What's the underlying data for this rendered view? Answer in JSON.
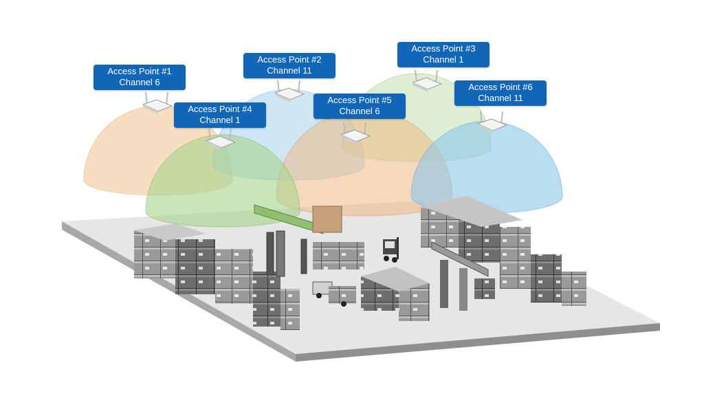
{
  "diagram": {
    "access_points": [
      {
        "name": "Access Point #1",
        "channel": "Channel 6",
        "color": "#f2c89a"
      },
      {
        "name": "Access Point #2",
        "channel": "Channel 11",
        "color": "#9fd0ec"
      },
      {
        "name": "Access Point #3",
        "channel": "Channel 1",
        "color": "#bfe0a8"
      },
      {
        "name": "Access Point #4",
        "channel": "Channel 1",
        "color": "#a9d38e"
      },
      {
        "name": "Access Point #5",
        "channel": "Channel 6",
        "color": "#efba86"
      },
      {
        "name": "Access Point #6",
        "channel": "Channel 11",
        "color": "#8cc6ea"
      }
    ],
    "label_color": "#1166b8",
    "floor_color": "#e6e6e6",
    "icons": [
      "wifi-router-icon",
      "container-stack-icon",
      "gantry-crane-icon",
      "forklift-icon",
      "truck-icon"
    ]
  }
}
